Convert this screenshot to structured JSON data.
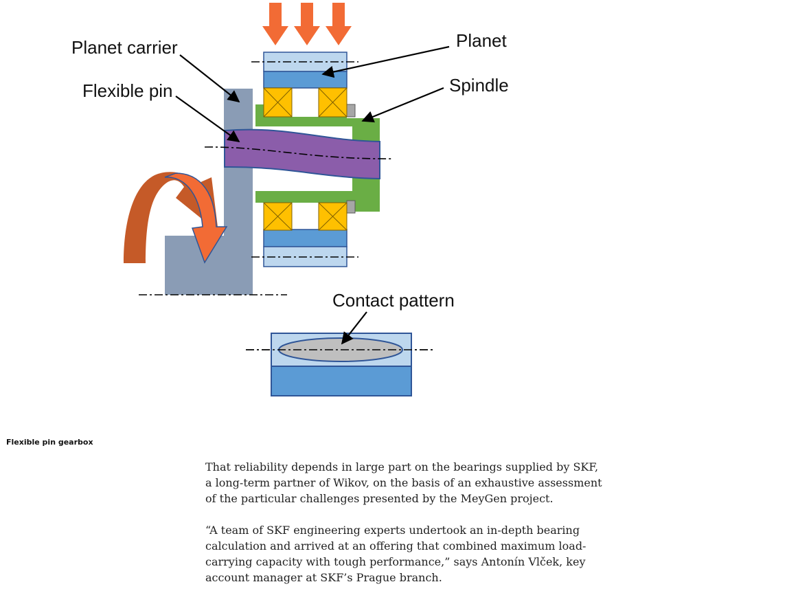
{
  "diagram": {
    "labels": {
      "planet_carrier": "Planet carrier",
      "flexible_pin": "Flexible pin",
      "planet": "Planet",
      "spindle": "Spindle",
      "contact_pattern": "Contact pattern"
    },
    "colors": {
      "load_arrow": "#F26B35",
      "rotation_arrow": "#F26B35",
      "carrier": "#8A9CB5",
      "pin": "#8B5DAA",
      "spindle": "#6AAE45",
      "bearing": "#FFC000",
      "planet_light": "#BDD7EE",
      "planet_dark": "#5B9BD5",
      "outline": "#2F5597"
    }
  },
  "caption": "Flexible pin gearbox",
  "article": {
    "paragraphs": [
      "That reliability depends in large part on the bearings supplied by SKF, a long-term partner of Wikov, on the basis of an exhaustive assessment of the particular challenges presented by the MeyGen project.",
      "“A team of SKF engineering experts undertook an in-depth bearing calculation and arrived at an offering that combined maximum load-carrying capacity with tough performance,” says Antonín Vlček, key account manager at SKF’s Prague branch."
    ]
  }
}
